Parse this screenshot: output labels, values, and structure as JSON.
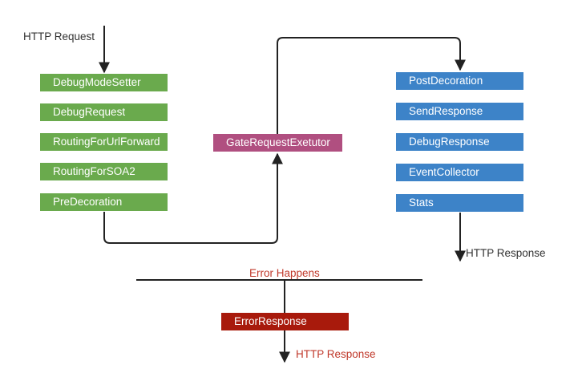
{
  "colors": {
    "request_chain": "#6aaa4d",
    "response_chain": "#3d83c8",
    "executor": "#b04f80",
    "error_box": "#a81a0c",
    "error_text": "#c0392b",
    "line": "#222222"
  },
  "labels": {
    "http_request": "HTTP Request",
    "http_response": "HTTP Response",
    "error_happens": "Error Happens",
    "http_response_error": "HTTP Response"
  },
  "request_filters": [
    "DebugModeSetter",
    "DebugRequest",
    "RoutingForUrlForward",
    "RoutingForSOA2",
    "PreDecoration"
  ],
  "executor": "GateRequestExetutor",
  "response_filters": [
    "PostDecoration",
    "SendResponse",
    "DebugResponse",
    "EventCollector",
    "Stats"
  ],
  "error_response": "ErrorResponse"
}
